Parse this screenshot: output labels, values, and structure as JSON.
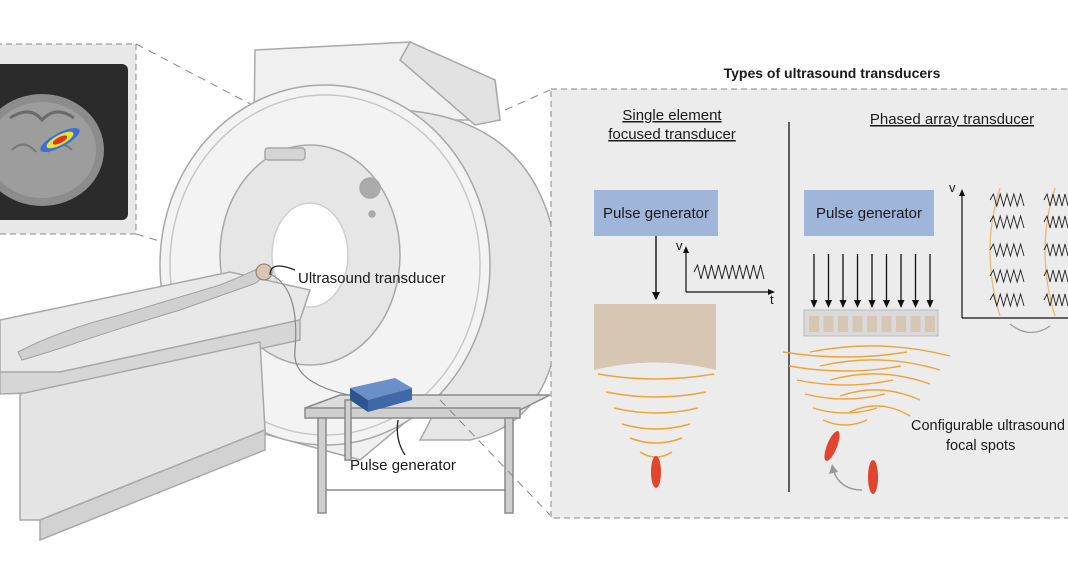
{
  "panel": {
    "title": "Types of ultrasound transducers",
    "single": {
      "heading_line1": "Single element",
      "heading_line2": "focused transducer",
      "pulse_label": "Pulse generator",
      "v_axis": "v",
      "t_axis": "t"
    },
    "phased": {
      "heading": "Phased array transducer",
      "pulse_label": "Pulse generator",
      "v_axis": "v",
      "element_count": 9,
      "config_line1": "Configurable ultrasound",
      "config_line2": "focal spots"
    }
  },
  "scene": {
    "ultrasound_label": "Ultrasound transducer",
    "pulse_generator_label": "Pulse generator"
  },
  "colors": {
    "panel_bg": "#ececec",
    "pulse_box": "#9fb5da",
    "transducer": "#d8c6b4",
    "wave": "#f1a33a",
    "focal": "#e0452f",
    "device": "#3f68a8",
    "outline": "#9a9a9a"
  }
}
